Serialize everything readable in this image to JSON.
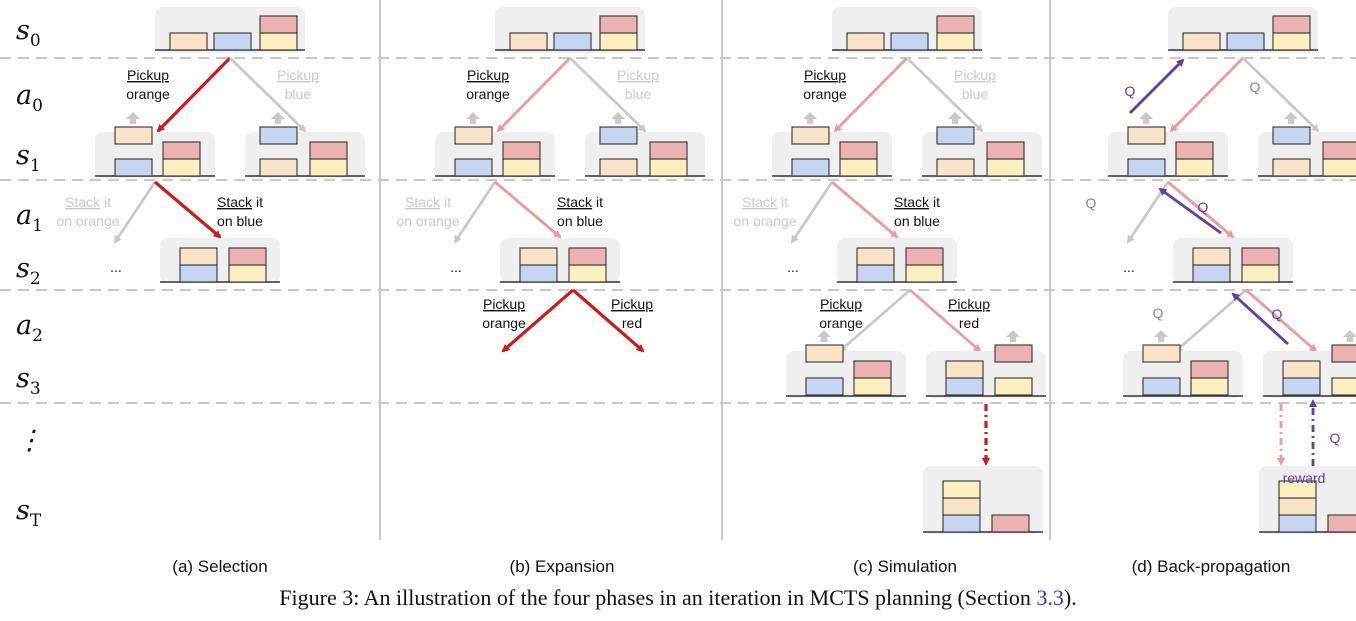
{
  "colors": {
    "orange_block": "#fbe3c7",
    "blue_block": "#c6d5f1",
    "red_block": "#ecb2b2",
    "yellow_block": "#fcf0c0",
    "state_bg": "#efefef",
    "dark_red": "#cc1b1b",
    "light_red": "#ec9a9a",
    "gray": "#c9c9c9",
    "purple": "#5c3fa8",
    "divider": "#c8c8c8"
  },
  "row_labels": [
    {
      "base": "s",
      "sub": "0"
    },
    {
      "base": "a",
      "sub": "0"
    },
    {
      "base": "s",
      "sub": "1"
    },
    {
      "base": "a",
      "sub": "1"
    },
    {
      "base": "s",
      "sub": "2"
    },
    {
      "base": "a",
      "sub": "2"
    },
    {
      "base": "s",
      "sub": "3"
    },
    {
      "base": "⋮",
      "sub": ""
    },
    {
      "base": "s",
      "sub": "T"
    }
  ],
  "phases": [
    "(a) Selection",
    "(b) Expansion",
    "(c) Simulation",
    "(d) Back-propagation"
  ],
  "action_labels": {
    "pickup": "Pickup",
    "stack": "Stack",
    "it": "it",
    "orange": "orange",
    "blue": "blue",
    "red": "red",
    "on_orange": "on orange",
    "on_blue": "on blue"
  },
  "ellipsis": "...",
  "backprop_labels": {
    "q": "Q",
    "reward": "reward"
  },
  "caption": {
    "text": "Figure 3: An illustration of the four phases in an iteration in MCTS planning (Section ",
    "ref": "3.3",
    "end": ")."
  }
}
